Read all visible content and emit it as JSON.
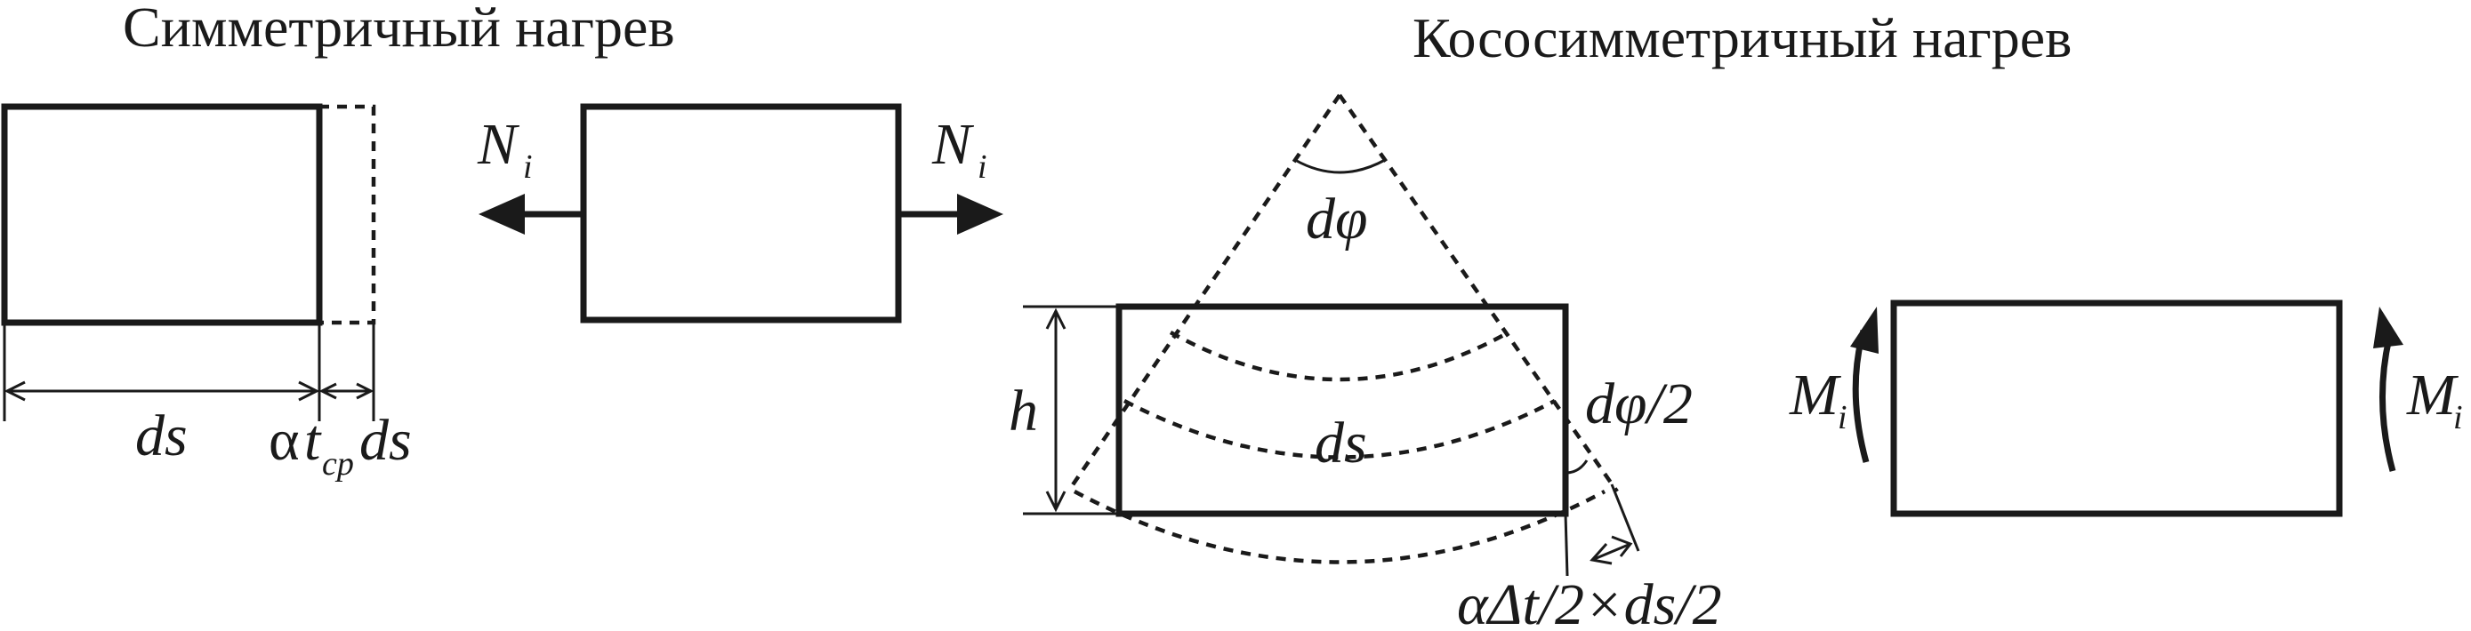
{
  "titles": {
    "symmetric": "Симметричный нагрев",
    "skew_symmetric": "Кососимметричный нагрев"
  },
  "labels": {
    "ds_left": "ds",
    "alpha": "α",
    "t": "t",
    "cp": "ср",
    "ds_after": "ds",
    "N": "N",
    "i": "i",
    "dphi": "dφ",
    "dphi_half": "dφ/2",
    "h": "h",
    "ds_center": "ds",
    "bottom_formula": "αΔt/2×ds/2",
    "M": "M"
  }
}
